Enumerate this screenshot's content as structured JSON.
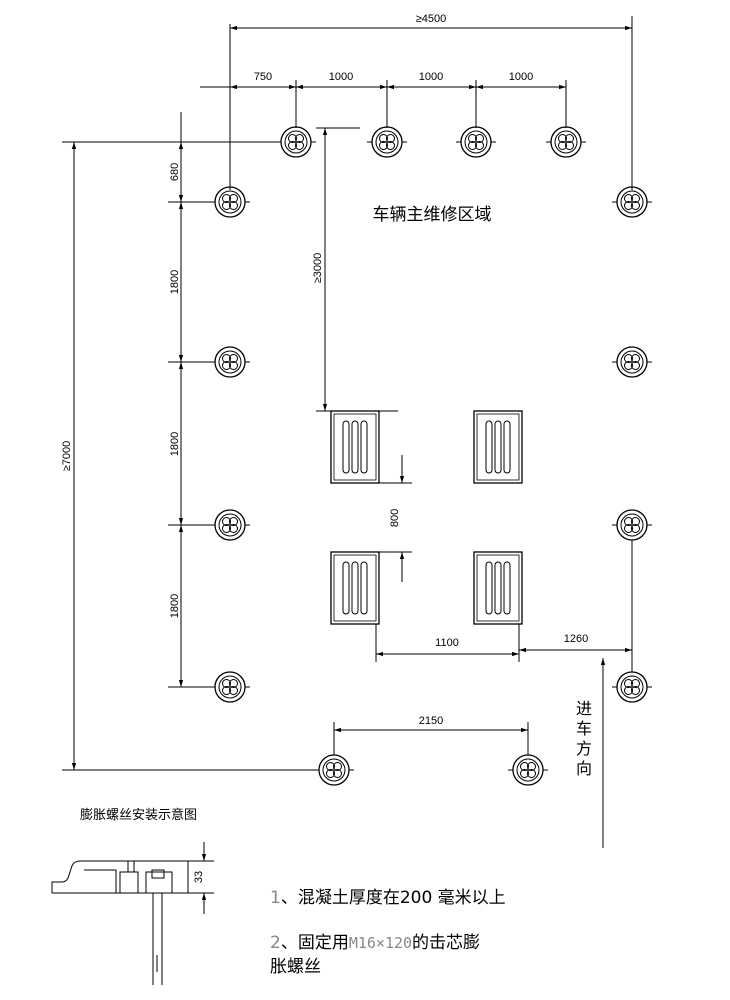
{
  "diagram": {
    "area_label": "车辆主维修区域",
    "entry_direction_chars": [
      "进",
      "车",
      "方",
      "向"
    ],
    "dimensions": {
      "total_width": "≥4500",
      "top_750": "750",
      "top_1000_a": "1000",
      "top_1000_b": "1000",
      "top_1000_c": "1000",
      "left_680": "680",
      "left_1800_a": "1800",
      "left_1800_b": "1800",
      "left_1800_c": "1800",
      "total_height": "≥7000",
      "clearance_3000": "≥3000",
      "pad_gap_800": "800",
      "pad_spacing_1100": "1100",
      "right_offset_1260": "1260",
      "bottom_2150": "2150",
      "anchor_depth_33": "33"
    },
    "anchor_title": "膨胀螺丝安装示意图"
  },
  "notes": [
    {
      "num": "1",
      "sep": "、",
      "text": "混凝土厚度在200 毫米以上"
    },
    {
      "num": "2",
      "sep": "、",
      "pre": "固定用",
      "spec": "M16×120",
      "post": "的击芯膨",
      "line2": "胀螺丝"
    }
  ]
}
